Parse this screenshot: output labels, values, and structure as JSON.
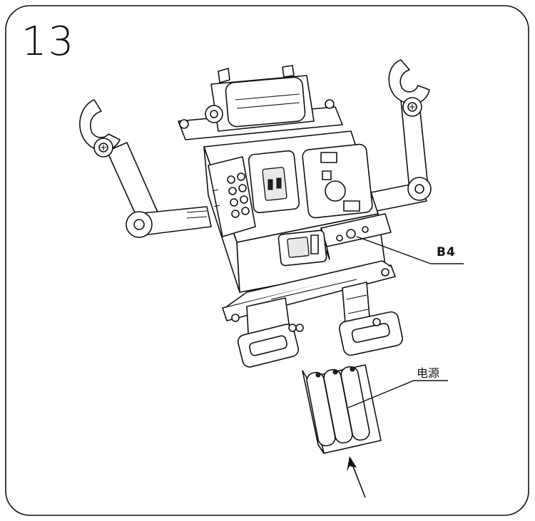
{
  "step": {
    "number": "13"
  },
  "callouts": {
    "b4": {
      "label": "B4"
    },
    "power": {
      "label": "电源"
    }
  },
  "icons": [
    "screw-icon",
    "arrow-up-icon"
  ],
  "colors": {
    "line": "#111111",
    "background": "#ffffff",
    "fill_light": "#e9e9e9"
  }
}
